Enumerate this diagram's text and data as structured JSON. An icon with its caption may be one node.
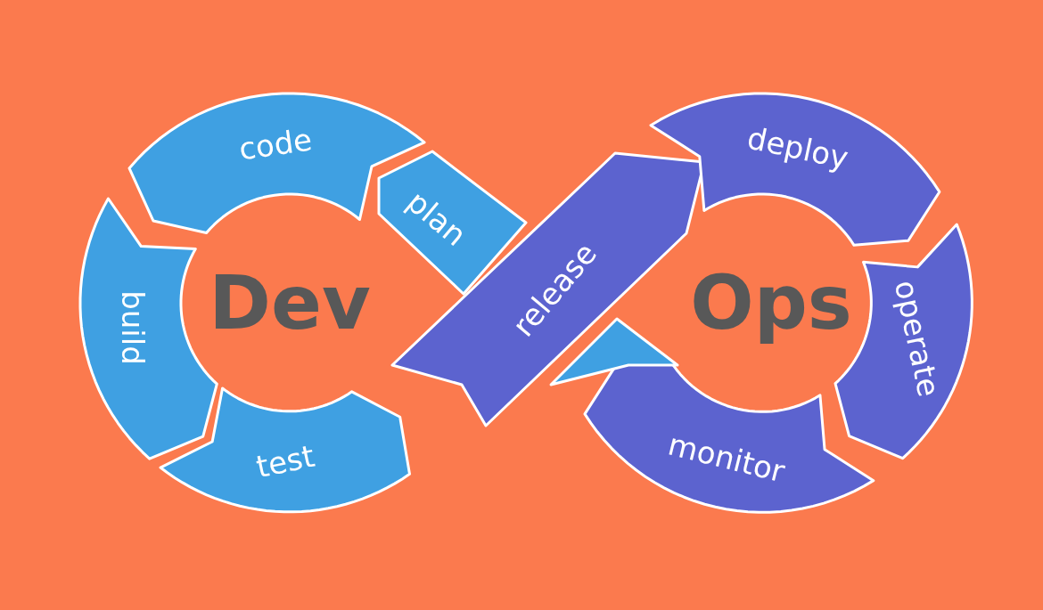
{
  "diagram": {
    "nodes": [
      {
        "text": [
          "plan"
        ]
      },
      {
        "text": [
          "code"
        ]
      },
      {
        "text": [
          "build"
        ]
      },
      {
        "text": [
          "test"
        ]
      },
      {
        "text": [
          "release"
        ]
      },
      {
        "text": [
          "deploy"
        ]
      },
      {
        "text": [
          "operate"
        ]
      },
      {
        "text": [
          "monitor"
        ]
      },
      {
        "text": [],
        "shape": "arrow"
      }
    ],
    "labels": [
      "Dev",
      "Ops"
    ]
  }
}
